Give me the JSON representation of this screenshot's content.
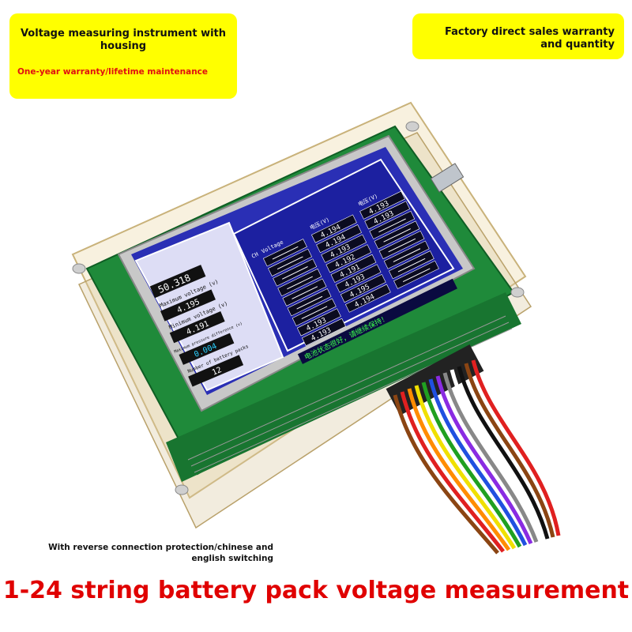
{
  "callouts": {
    "left_title": "Voltage measuring instrument with housing",
    "left_subtitle": "One-year warranty/lifetime maintenance",
    "right_title": "Factory direct sales warranty and quantity"
  },
  "screen": {
    "left_panel": {
      "total_voltage": "50.318",
      "max_label": "Maximum voltage (v)",
      "max_value": "4.195",
      "min_label": "Minimum voltage (v)",
      "min_value": "4.191",
      "diff_label": "Maximum pressure difference (v)",
      "diff_value": "0.004",
      "count_label": "Number of battery packs",
      "count_value": "12"
    },
    "col_header_ch": "CH",
    "col_header_voltage": "Voltage",
    "col_header_cn": "电压(V)",
    "col1_values": [
      "",
      "",
      "",
      "",
      "",
      "",
      "",
      "4.193",
      "4.193"
    ],
    "col2_values": [
      "4.194",
      "4.194",
      "4.193",
      "4.192",
      "4.191",
      "4.193",
      "4.195",
      "4.194"
    ],
    "col3_values": [
      "4.193",
      "4.193",
      "",
      "",
      "",
      "",
      "",
      ""
    ],
    "status_bar": "电池状态很好，请继续保持！"
  },
  "footer": {
    "note": "With reverse connection protection/chinese and english switching",
    "headline": "1-24 string battery pack voltage measurement"
  },
  "colors": {
    "callout_bg": "#ffff00",
    "headline": "#e00000",
    "pcb_green": "#1f8a3a",
    "screen_blue": "#2a2fb5"
  }
}
